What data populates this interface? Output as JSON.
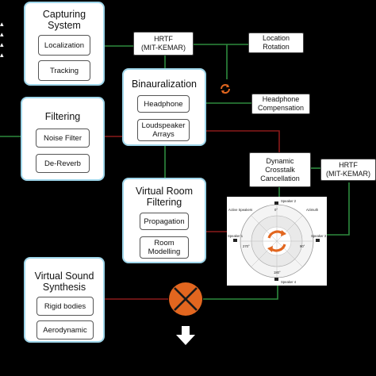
{
  "capturing": {
    "title": "Capturing\nSystem",
    "items": [
      "Localization",
      "Tracking"
    ]
  },
  "filtering": {
    "title": "Filtering",
    "items": [
      "Noise Filter",
      "De-Reverb"
    ]
  },
  "binauralization": {
    "title": "Binauralization",
    "items": [
      "Headphone",
      "Loudspeaker\nArrays"
    ]
  },
  "virtual_room": {
    "title": "Virtual Room\nFiltering",
    "items": [
      "Propagation",
      "Room\nModelling"
    ]
  },
  "synthesis": {
    "title": "Virtual Sound\nSynthesis",
    "items": [
      "Rigid bodies",
      "Aerodynamic"
    ]
  },
  "hrtf_top": "HRTF\n(MIT-KEMAR)",
  "location_rotation": "Location\nRotation",
  "headphone_comp": "Headphone\nCompensation",
  "crosstalk": "Dynamic\nCrosstalk\nCancellation",
  "hrtf_right": "HRTF\n(MIT-KEMAR)",
  "figure": {
    "speakers": [
      "Speaker 1",
      "Speaker 2",
      "Speaker 3",
      "Speaker 4"
    ],
    "labels": [
      "Active Speakers",
      "Azimuth"
    ],
    "values": [
      "0°",
      "90°",
      "180°",
      "270°"
    ]
  },
  "colors": {
    "group_border": "#9fd6ea",
    "wire_green": "#2e8b3e",
    "wire_red": "#8b1a1a",
    "mixer": "#e2661f",
    "sync_icon": "#e2661f"
  },
  "icons": {
    "mixer": "circle-x-icon",
    "output": "down-arrow-icon",
    "feedback": "sync-icon"
  }
}
